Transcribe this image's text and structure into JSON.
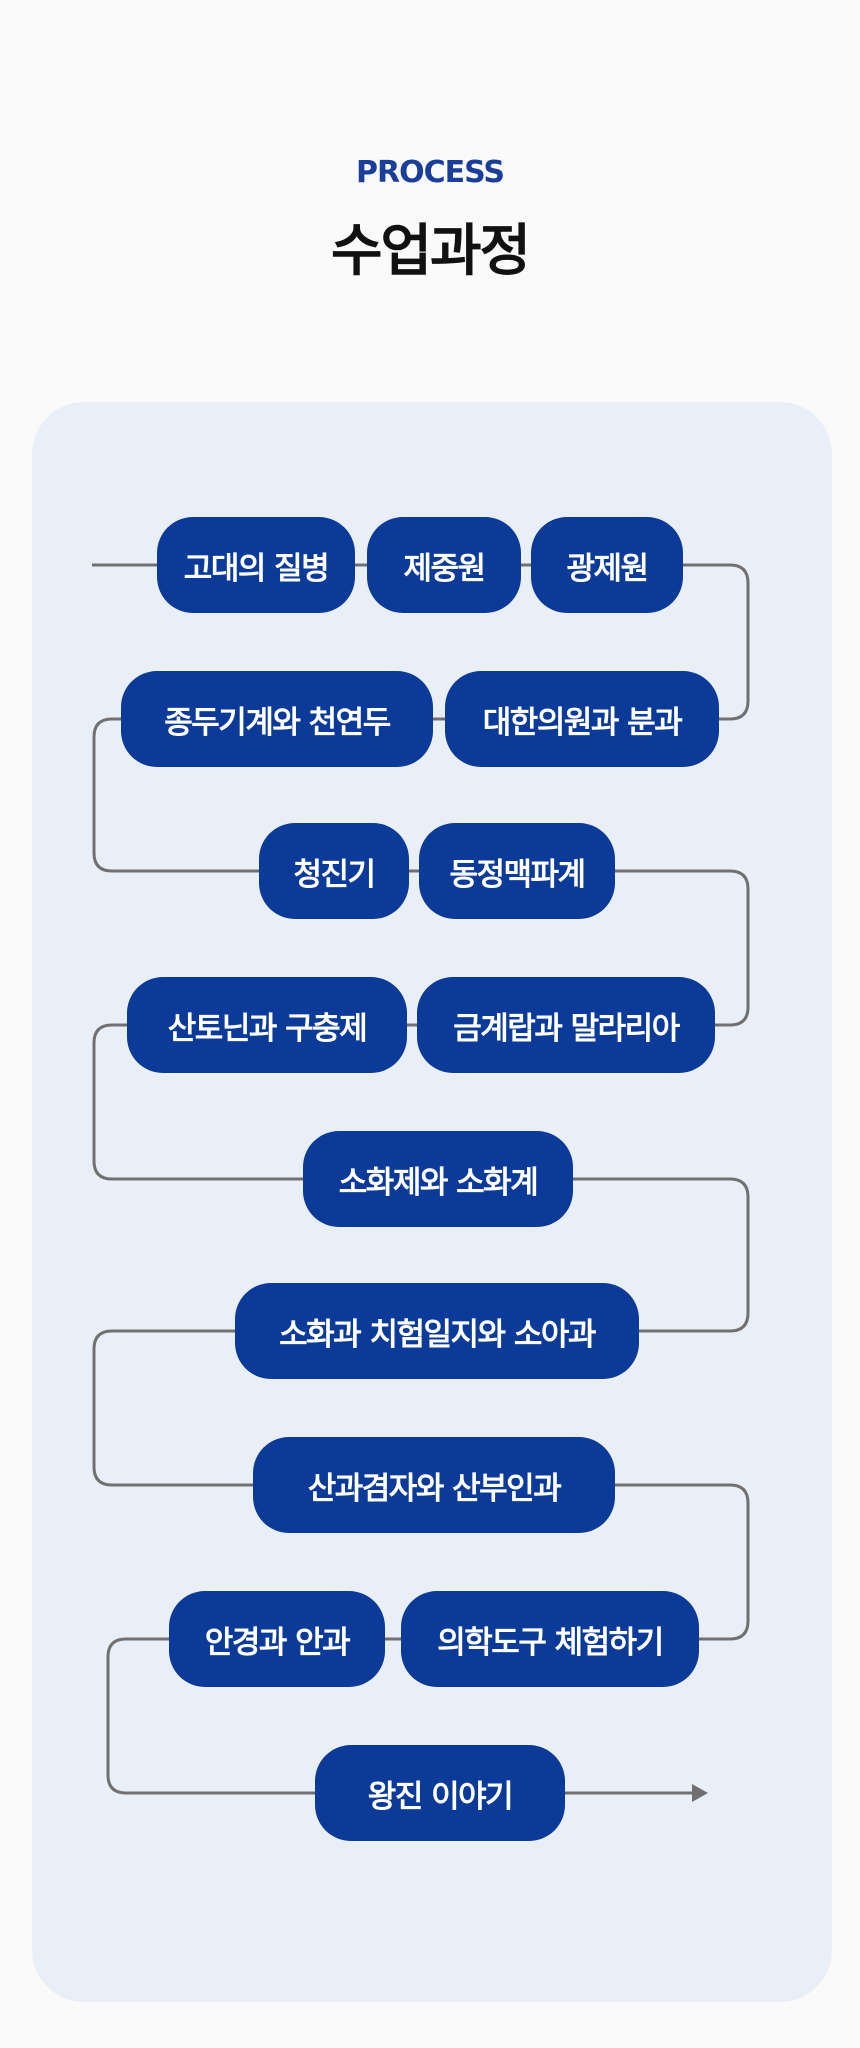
{
  "header": {
    "eyebrow": "PROCESS",
    "title": "수업과정"
  },
  "steps": [
    "고대의 질병",
    "제중원",
    "광제원",
    "대한의원과 분과",
    "종두기계와 천연두",
    "청진기",
    "동정맥파계",
    "금계랍과 말라리아",
    "산토닌과 구충제",
    "소화제와 소화계",
    "소화과 치험일지와 소아과",
    "산과겸자와 산부인과",
    "의학도구 체험하기",
    "안경과 안과",
    "왕진 이야기"
  ],
  "colors": {
    "accent": "#1a3e9a",
    "node_fill": "#0c3a98",
    "panel": "#eaeff7",
    "connector": "#707070"
  }
}
